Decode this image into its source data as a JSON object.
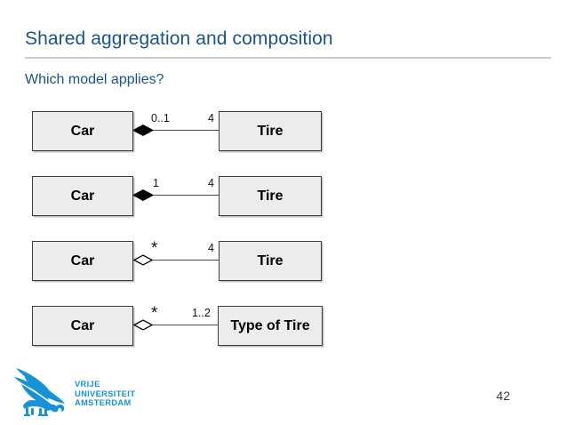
{
  "slide": {
    "title": "Shared aggregation and composition",
    "subtitle": "Which model applies?",
    "page_number": "42",
    "title_color": "#19538f",
    "rule_color": "#c8c9cb"
  },
  "diagram": {
    "rows": [
      {
        "id": "row-1",
        "left_class": "Car",
        "right_class": "Tire",
        "source_multiplicity": "0..1",
        "target_multiplicity": "4",
        "diamond": "filled-diamond",
        "relation": "composition"
      },
      {
        "id": "row-2",
        "left_class": "Car",
        "right_class": "Tire",
        "source_multiplicity": "1",
        "target_multiplicity": "4",
        "diamond": "filled-diamond",
        "relation": "composition"
      },
      {
        "id": "row-3",
        "left_class": "Car",
        "right_class": "Tire",
        "source_multiplicity": "*",
        "target_multiplicity": "4",
        "diamond": "hollow-diamond",
        "relation": "shared-aggregation"
      },
      {
        "id": "row-4",
        "left_class": "Car",
        "right_class": "Type of Tire",
        "source_multiplicity": "*",
        "target_multiplicity": "1..2",
        "diamond": "hollow-diamond",
        "relation": "shared-aggregation"
      }
    ],
    "box_fill": "#ececec",
    "box_border": "#3b3b3b"
  },
  "logo": {
    "mark": "vu-griffin-icon",
    "line1": "VRIJE",
    "line2": "UNIVERSITEIT",
    "line3": "AMSTERDAM",
    "color": "#1593d6"
  }
}
